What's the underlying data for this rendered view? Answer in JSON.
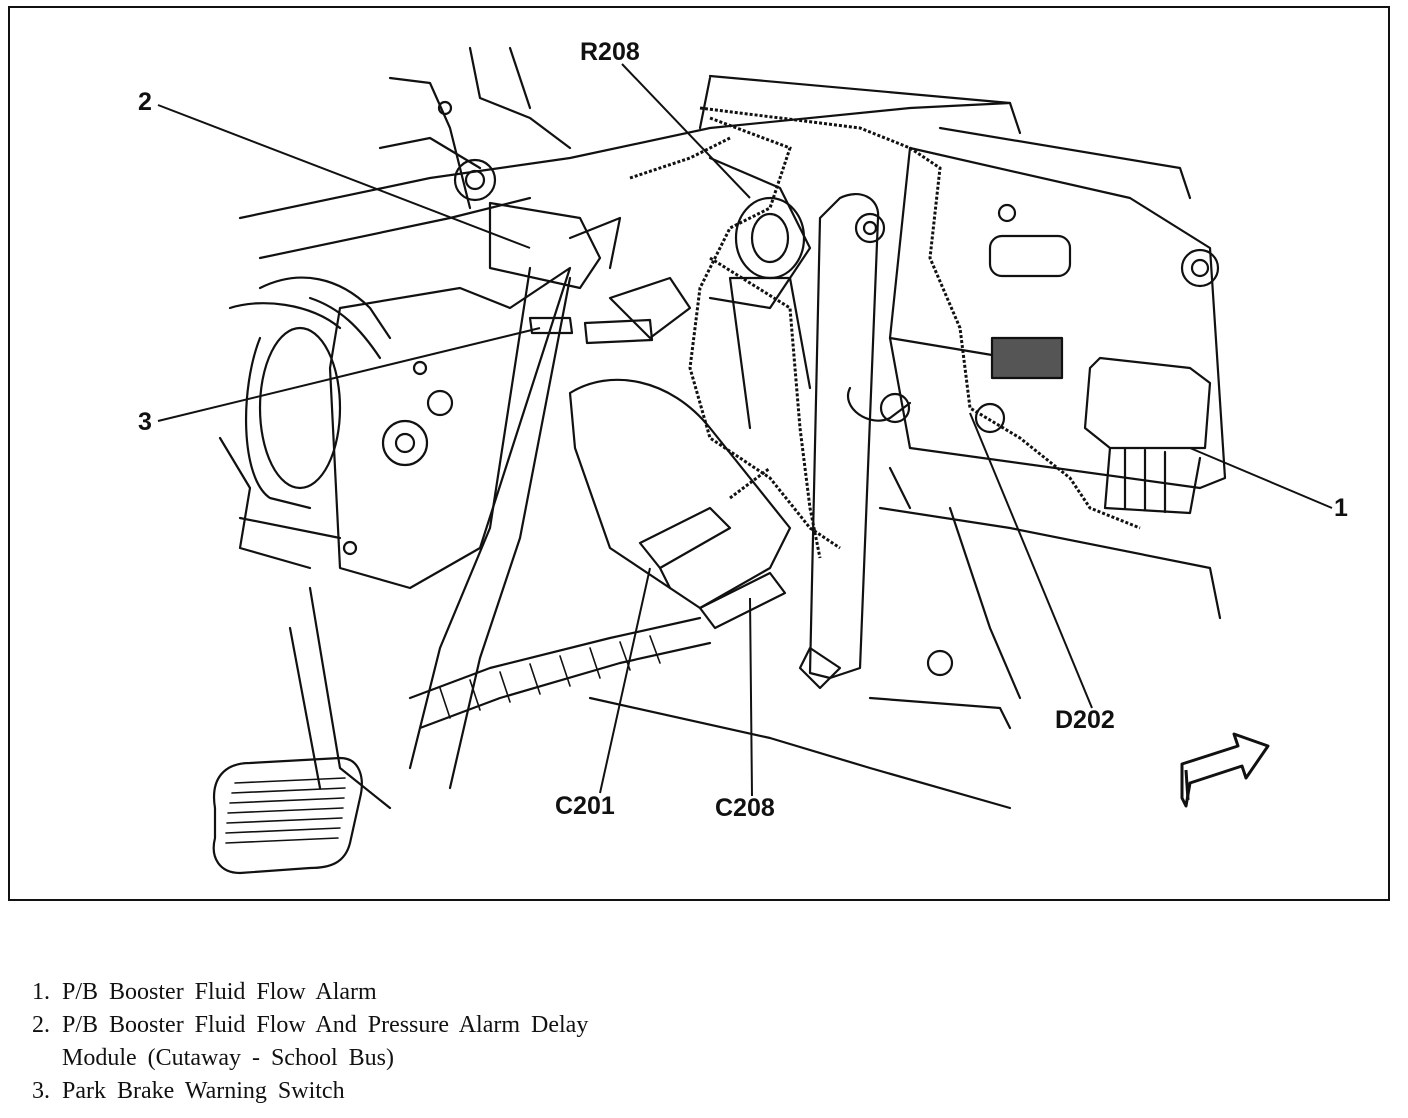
{
  "callouts": {
    "c1": "1",
    "c2": "2",
    "c3": "3",
    "r208": "R208",
    "d202": "D202",
    "c201": "C201",
    "c208": "C208"
  },
  "legend": {
    "item1": {
      "num": "1.",
      "text": "P/B Booster Fluid Flow Alarm"
    },
    "item2": {
      "num": "2.",
      "text": "P/B Booster Fluid Flow And Pressure Alarm Delay",
      "text_cont": "Module (Cutaway - School Bus)"
    },
    "item3": {
      "num": "3.",
      "text": "Park Brake Warning Switch"
    }
  }
}
